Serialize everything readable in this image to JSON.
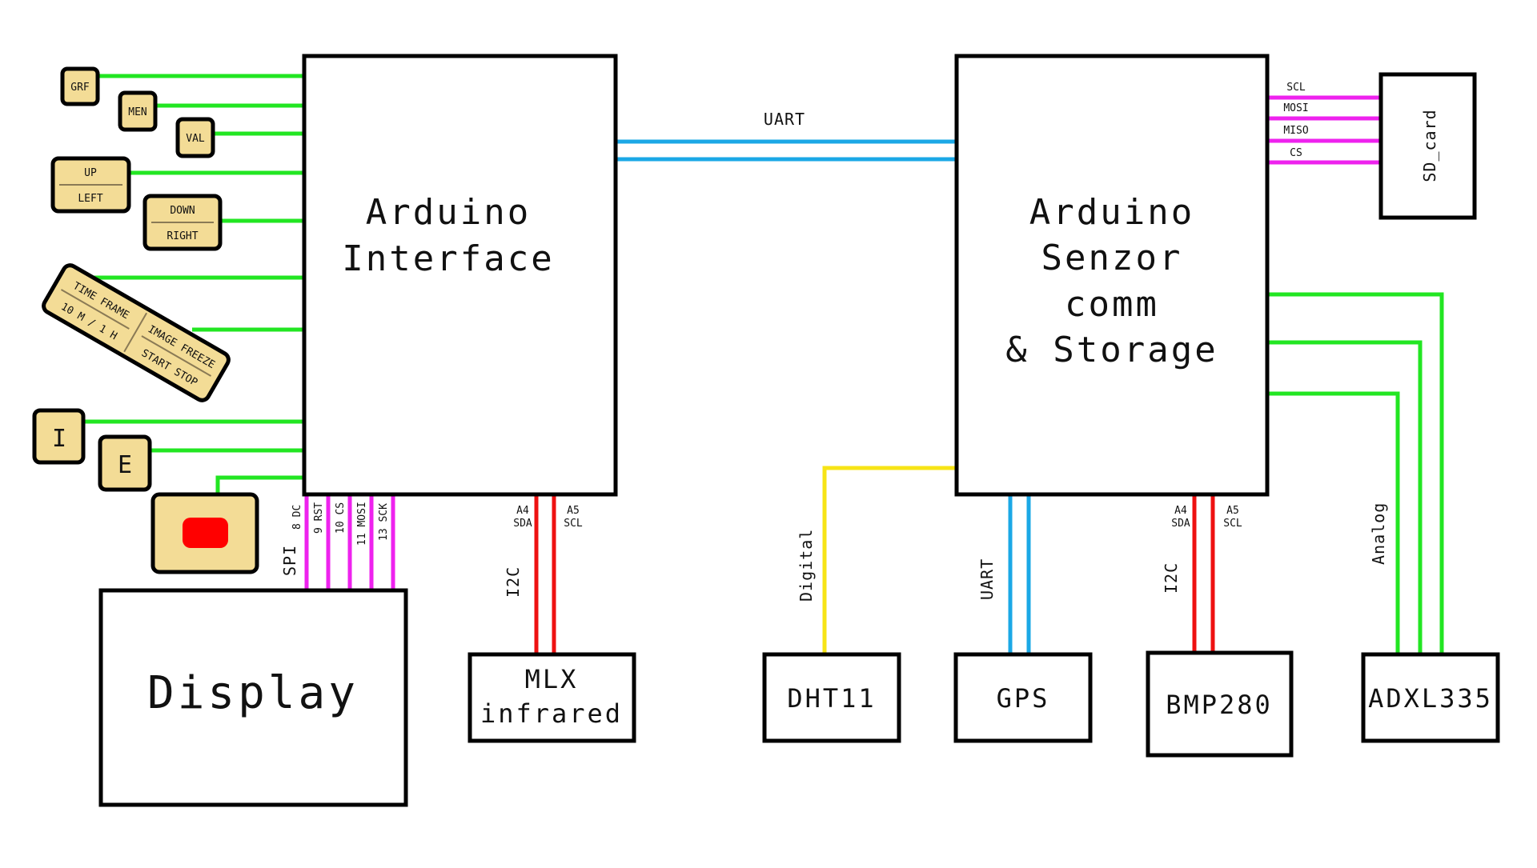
{
  "blocks": {
    "interface": [
      "Arduino",
      "Interface"
    ],
    "sensor": [
      "Arduino",
      "Senzor",
      "comm",
      "& Storage"
    ],
    "display": "Display",
    "sd": "SD_card",
    "mlx": [
      "MLX",
      "infrared"
    ],
    "dht": "DHT11",
    "gps": "GPS",
    "bmp": "BMP280",
    "adxl": "ADXL335"
  },
  "buttons": {
    "grf": "GRF",
    "men": "MEN",
    "val": "VAL",
    "up": "UP",
    "left": "LEFT",
    "down": "DOWN",
    "right": "RIGHT",
    "time_frame": "TIME FRAME",
    "time_range": "10 M / 1 H",
    "image_freeze": "IMAGE FREEZE",
    "start_stop": "START STOP",
    "i": "I",
    "e": "E"
  },
  "links": {
    "uart_main": "UART",
    "spi": "SPI",
    "spi_pins": [
      "8 DC",
      "9 RST",
      "10 CS",
      "11 MOSI",
      "13 SCK"
    ],
    "sd_pins": [
      "SCL",
      "MOSI",
      "MISO",
      "CS"
    ],
    "i2c_left": "I2C",
    "i2c_right": "I2C",
    "a4": "A4",
    "sda": "SDA",
    "a5": "A5",
    "scl": "SCL",
    "digital": "Digital",
    "uart_gps": "UART",
    "analog": "Analog"
  },
  "colors": {
    "button_fill": "#f3dc96",
    "green_wire": "#22e622",
    "blue_wire": "#1ba8e6",
    "magenta_wire": "#ee22ee",
    "red_wire": "#ee1111",
    "yellow_wire": "#f7e416",
    "red_button_cap": "#ff0000"
  }
}
